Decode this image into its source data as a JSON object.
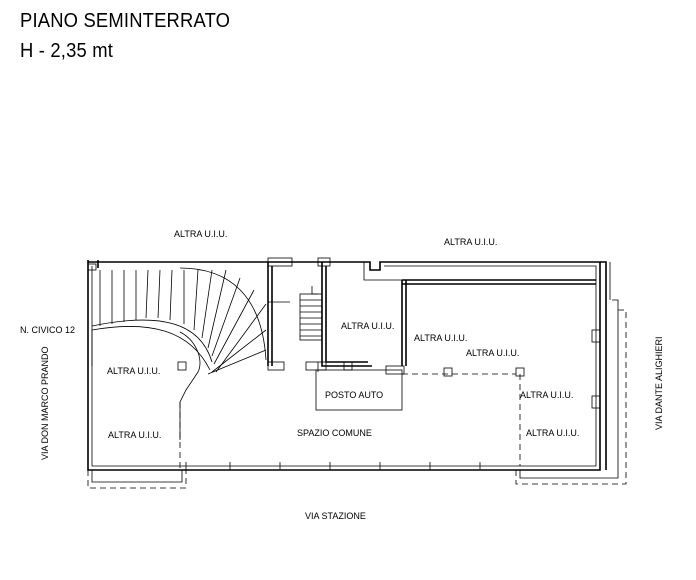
{
  "header": {
    "title": "PIANO SEMINTERRATO",
    "height": "H - 2,35 mt"
  },
  "labels": {
    "altra_top_left": "ALTRA U.I.U.",
    "altra_top_right": "ALTRA U.I.U.",
    "altra_center": "ALTRA U.I.U.",
    "altra_right_1": "ALTRA U.I.U.",
    "altra_right_2": "ALTRA U.I.U.",
    "altra_left_1": "ALTRA U.I.U.",
    "altra_left_2": "ALTRA U.I.U.",
    "altra_right_3": "ALTRA U.I.U.",
    "altra_right_4": "ALTRA U.I.U.",
    "posto_auto": "POSTO AUTO",
    "spazio_comune": "SPAZIO COMUNE",
    "civico": "N. CIVICO 12",
    "via_left": "VIA DON MARCO PRANDO",
    "via_right": "VIA DANTE ALIGHIERI",
    "via_bottom": "VIA STAZIONE"
  }
}
